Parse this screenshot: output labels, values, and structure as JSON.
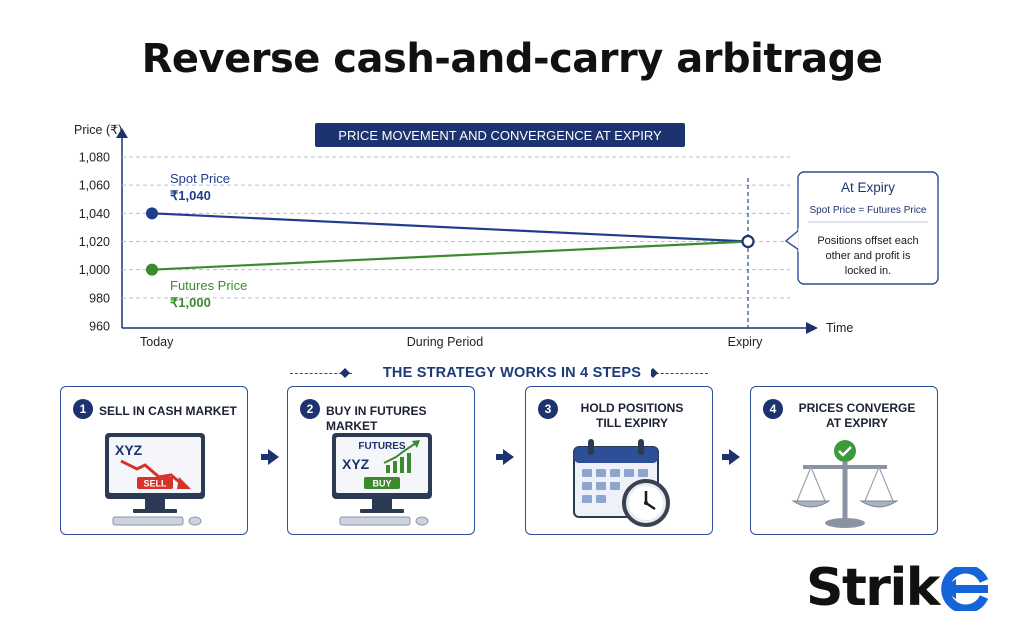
{
  "title": "Reverse cash-and-carry arbitrage",
  "chart_data": {
    "type": "line",
    "title": "PRICE MOVEMENT AND CONVERGENCE AT EXPIRY",
    "ylabel": "Price (₹)",
    "xlabel": "Time",
    "ylim": [
      960,
      1080
    ],
    "yticks": [
      "1,080",
      "1,060",
      "1,040",
      "1,020",
      "1,000",
      "980",
      "960"
    ],
    "categories": [
      "Today",
      "During Period",
      "Expiry"
    ],
    "series": [
      {
        "name": "Spot Price",
        "start_label": "₹1,040",
        "values": [
          1040,
          null,
          1020
        ],
        "color": "#1f3d8c"
      },
      {
        "name": "Futures Price",
        "start_label": "₹1,000",
        "values": [
          1000,
          null,
          1020
        ],
        "color": "#3c8a2e"
      }
    ],
    "grid": true,
    "callout": {
      "title": "At Expiry",
      "subtitle": "Spot Price = Futures Price",
      "text_lines": [
        "Positions offset each",
        "other and profit is",
        "locked in."
      ]
    }
  },
  "steps_heading": "THE STRATEGY WORKS IN 4 STEPS",
  "steps": [
    {
      "num": "1",
      "label": "SELL IN CASH MARKET",
      "screen_text": "XYZ",
      "tag": "SELL",
      "icon": "monitor-sell-icon"
    },
    {
      "num": "2",
      "label": "BUY IN FUTURES MARKET",
      "screen_title": "FUTURES",
      "screen_text": "XYZ",
      "tag": "BUY",
      "icon": "monitor-buy-icon"
    },
    {
      "num": "3",
      "label_lines": [
        "HOLD POSITIONS",
        "TILL EXPIRY"
      ],
      "icon": "calendar-clock-icon"
    },
    {
      "num": "4",
      "label_lines": [
        "PRICES CONVERGE",
        "AT EXPIRY"
      ],
      "icon": "balance-scale-icon"
    }
  ],
  "logo": {
    "text": "Strik",
    "icon": "e-arrow-icon"
  },
  "colors": {
    "navy": "#1d3370",
    "spot": "#1f3d8c",
    "futures": "#3c8a2e",
    "sell": "#d6332a",
    "buy": "#3c8a2e"
  }
}
